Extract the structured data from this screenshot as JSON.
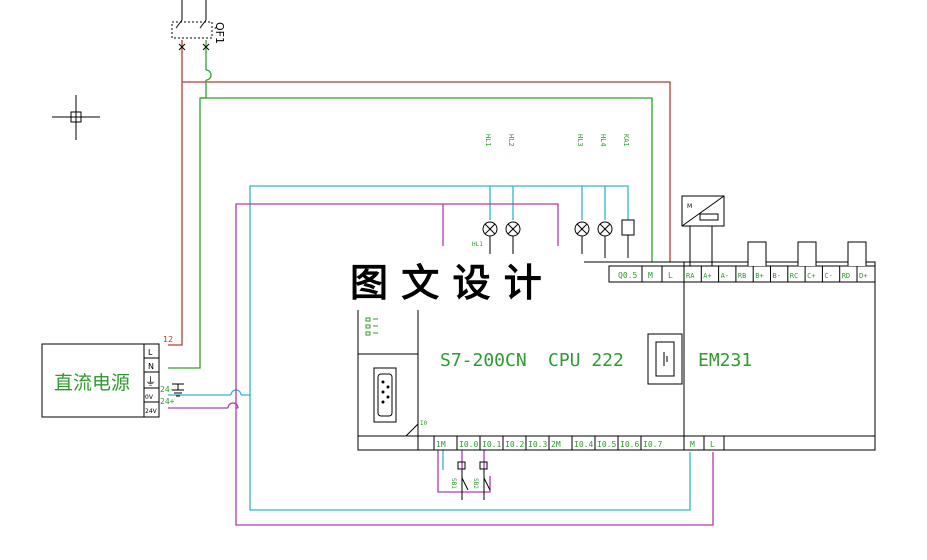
{
  "watermark": "图 文 设 计",
  "breaker": {
    "label": "QF1"
  },
  "power_supply": {
    "name": "直流电源",
    "term_l": "L",
    "term_n": "N",
    "term_gnd": "⏚",
    "term_minus": "0V",
    "term_plus": "24V",
    "wire_num": "12",
    "out_minus": "24-",
    "out_plus": "24+"
  },
  "plc": {
    "model": "S7-200CN",
    "cpu": "CPU 222",
    "top_terms": [
      "Q0.5",
      "M",
      "L"
    ],
    "bottom_terms": [
      "1M",
      "I0.0",
      "I0.1",
      "I0.2",
      "I0.3",
      "2M",
      "I0.4",
      "I0.5",
      "I0.6",
      "I0.7"
    ],
    "io_label": "I0"
  },
  "em231": {
    "name": "EM231",
    "top_terms": [
      "RA",
      "A+",
      "A-",
      "RB",
      "B+",
      "B-",
      "RC",
      "C+",
      "C-",
      "RD",
      "D+"
    ],
    "bottom_terms": [
      "M",
      "L"
    ]
  },
  "lamp_labels": [
    "HL1",
    "HL2",
    "HL3",
    "HL4",
    "KA1"
  ],
  "lamp_tag": "HL1",
  "switch_labels": [
    "SB1",
    "SB2"
  ]
}
